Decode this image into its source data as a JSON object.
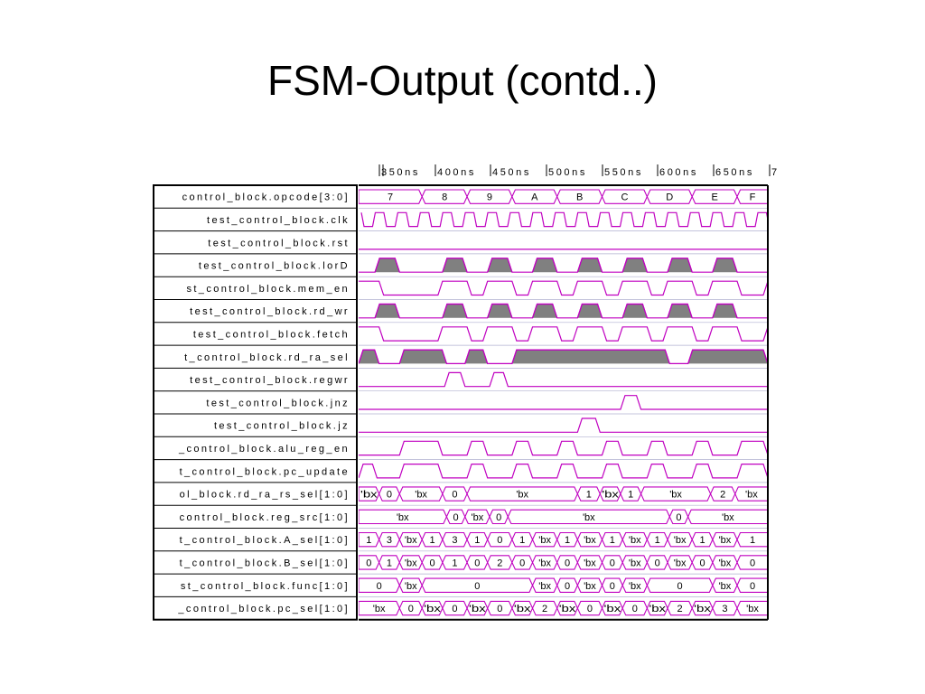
{
  "slide": {
    "title": "FSM-Output (contd..)"
  },
  "colors": {
    "wave": "#c000c0",
    "fill": "#808080",
    "frame": "#000000",
    "baseline": "#b0b0d0"
  },
  "time_axis": {
    "labels": [
      "350ns",
      "400ns",
      "450ns",
      "500ns",
      "550ns",
      "600ns",
      "650ns",
      "7"
    ]
  },
  "signals": [
    {
      "label": "control_block.opcode[3:0]",
      "type": "bus",
      "segments": [
        {
          "t0": 0.0,
          "t1": 0.155,
          "text": "7"
        },
        {
          "t0": 0.155,
          "t1": 0.265,
          "text": "8"
        },
        {
          "t0": 0.265,
          "t1": 0.375,
          "text": "9"
        },
        {
          "t0": 0.375,
          "t1": 0.485,
          "text": "A"
        },
        {
          "t0": 0.485,
          "t1": 0.595,
          "text": "B"
        },
        {
          "t0": 0.595,
          "t1": 0.705,
          "text": "C"
        },
        {
          "t0": 0.705,
          "t1": 0.815,
          "text": "D"
        },
        {
          "t0": 0.815,
          "t1": 0.925,
          "text": "E"
        },
        {
          "t0": 0.925,
          "t1": 1.0,
          "text": "F"
        }
      ]
    },
    {
      "label": "test_control_block.clk",
      "type": "clock",
      "period": 0.055
    },
    {
      "label": "test_control_block.rst",
      "type": "flat",
      "level": 0
    },
    {
      "label": "test_control_block.lorD",
      "type": "pulses",
      "fill": true,
      "pulses": [
        [
          0.04,
          0.1
        ],
        [
          0.205,
          0.265
        ],
        [
          0.315,
          0.375
        ],
        [
          0.425,
          0.485
        ],
        [
          0.535,
          0.595
        ],
        [
          0.645,
          0.705
        ],
        [
          0.755,
          0.815
        ],
        [
          0.865,
          0.925
        ]
      ]
    },
    {
      "label": "st_control_block.mem_en",
      "type": "pulses",
      "fill": false,
      "invert": true,
      "pulses": [
        [
          0.05,
          0.205
        ],
        [
          0.265,
          0.315
        ],
        [
          0.375,
          0.425
        ],
        [
          0.485,
          0.535
        ],
        [
          0.595,
          0.645
        ],
        [
          0.705,
          0.755
        ],
        [
          0.815,
          0.865
        ],
        [
          0.925,
          1.0
        ]
      ]
    },
    {
      "label": "test_control_block.rd_wr",
      "type": "pulses",
      "fill": true,
      "pulses": [
        [
          0.04,
          0.1
        ],
        [
          0.205,
          0.265
        ],
        [
          0.315,
          0.375
        ],
        [
          0.425,
          0.485
        ],
        [
          0.535,
          0.595
        ],
        [
          0.645,
          0.705
        ],
        [
          0.755,
          0.815
        ],
        [
          0.865,
          0.925
        ]
      ]
    },
    {
      "label": "test_control_block.fetch",
      "type": "pulses",
      "fill": false,
      "invert": true,
      "pulses": [
        [
          0.05,
          0.205
        ],
        [
          0.265,
          0.315
        ],
        [
          0.375,
          0.425
        ],
        [
          0.485,
          0.535
        ],
        [
          0.595,
          0.645
        ],
        [
          0.705,
          0.755
        ],
        [
          0.815,
          0.865
        ],
        [
          0.925,
          1.0
        ]
      ]
    },
    {
      "label": "t_control_block.rd_ra_sel",
      "type": "pulses",
      "fill": true,
      "pulses": [
        [
          0.0,
          0.05
        ],
        [
          0.1,
          0.215
        ],
        [
          0.26,
          0.315
        ],
        [
          0.375,
          0.76
        ],
        [
          0.805,
          1.0
        ]
      ]
    },
    {
      "label": "test_control_block.regwr",
      "type": "pulses",
      "fill": false,
      "pulses": [
        [
          0.21,
          0.26
        ],
        [
          0.32,
          0.365
        ]
      ]
    },
    {
      "label": "test_control_block.jnz",
      "type": "pulses",
      "fill": false,
      "pulses": [
        [
          0.64,
          0.69
        ]
      ]
    },
    {
      "label": "test_control_block.jz",
      "type": "pulses",
      "fill": false,
      "pulses": [
        [
          0.535,
          0.59
        ]
      ]
    },
    {
      "label": "_control_block.alu_reg_en",
      "type": "pulses",
      "fill": false,
      "pulses": [
        [
          0.1,
          0.205
        ],
        [
          0.265,
          0.315
        ],
        [
          0.375,
          0.425
        ],
        [
          0.485,
          0.535
        ],
        [
          0.595,
          0.645
        ],
        [
          0.705,
          0.755
        ],
        [
          0.815,
          0.865
        ],
        [
          0.925,
          1.0
        ]
      ]
    },
    {
      "label": "t_control_block.pc_update",
      "type": "pulses",
      "fill": false,
      "pulses": [
        [
          0.0,
          0.045
        ],
        [
          0.1,
          0.205
        ],
        [
          0.265,
          0.315
        ],
        [
          0.375,
          0.425
        ],
        [
          0.485,
          0.535
        ],
        [
          0.595,
          0.645
        ],
        [
          0.705,
          0.755
        ],
        [
          0.815,
          0.865
        ],
        [
          0.925,
          1.0
        ]
      ]
    },
    {
      "label": "ol_block.rd_ra_rs_sel[1:0]",
      "type": "bus",
      "segments": [
        {
          "t0": 0.0,
          "t1": 0.05,
          "text": "'bx"
        },
        {
          "t0": 0.05,
          "t1": 0.1,
          "text": "0"
        },
        {
          "t0": 0.1,
          "t1": 0.205,
          "text": "'bx"
        },
        {
          "t0": 0.205,
          "t1": 0.265,
          "text": "0"
        },
        {
          "t0": 0.265,
          "t1": 0.535,
          "text": "'bx"
        },
        {
          "t0": 0.535,
          "t1": 0.59,
          "text": "1"
        },
        {
          "t0": 0.59,
          "t1": 0.64,
          "text": "'bx"
        },
        {
          "t0": 0.64,
          "t1": 0.69,
          "text": "1"
        },
        {
          "t0": 0.69,
          "t1": 0.86,
          "text": "'bx"
        },
        {
          "t0": 0.86,
          "t1": 0.92,
          "text": "2"
        },
        {
          "t0": 0.92,
          "t1": 1.0,
          "text": "'bx"
        }
      ]
    },
    {
      "label": "control_block.reg_src[1:0]",
      "type": "bus",
      "segments": [
        {
          "t0": 0.0,
          "t1": 0.215,
          "text": "'bx"
        },
        {
          "t0": 0.215,
          "t1": 0.26,
          "text": "0"
        },
        {
          "t0": 0.26,
          "t1": 0.32,
          "text": "'bx"
        },
        {
          "t0": 0.32,
          "t1": 0.365,
          "text": "0"
        },
        {
          "t0": 0.365,
          "t1": 0.76,
          "text": "'bx"
        },
        {
          "t0": 0.76,
          "t1": 0.805,
          "text": "0"
        },
        {
          "t0": 0.805,
          "t1": 1.0,
          "text": "'bx"
        }
      ]
    },
    {
      "label": "t_control_block.A_sel[1:0]",
      "type": "bus",
      "segments": [
        {
          "t0": 0.0,
          "t1": 0.05,
          "text": "1"
        },
        {
          "t0": 0.05,
          "t1": 0.1,
          "text": "3"
        },
        {
          "t0": 0.1,
          "t1": 0.155,
          "text": "'bx"
        },
        {
          "t0": 0.155,
          "t1": 0.205,
          "text": "1"
        },
        {
          "t0": 0.205,
          "t1": 0.265,
          "text": "3"
        },
        {
          "t0": 0.265,
          "t1": 0.315,
          "text": "1"
        },
        {
          "t0": 0.315,
          "t1": 0.375,
          "text": "0"
        },
        {
          "t0": 0.375,
          "t1": 0.425,
          "text": "1"
        },
        {
          "t0": 0.425,
          "t1": 0.485,
          "text": "'bx"
        },
        {
          "t0": 0.485,
          "t1": 0.535,
          "text": "1"
        },
        {
          "t0": 0.535,
          "t1": 0.595,
          "text": "'bx"
        },
        {
          "t0": 0.595,
          "t1": 0.645,
          "text": "1"
        },
        {
          "t0": 0.645,
          "t1": 0.705,
          "text": "'bx"
        },
        {
          "t0": 0.705,
          "t1": 0.755,
          "text": "1"
        },
        {
          "t0": 0.755,
          "t1": 0.815,
          "text": "'bx"
        },
        {
          "t0": 0.815,
          "t1": 0.865,
          "text": "1"
        },
        {
          "t0": 0.865,
          "t1": 0.925,
          "text": "'bx"
        },
        {
          "t0": 0.925,
          "t1": 1.0,
          "text": "1"
        }
      ]
    },
    {
      "label": "t_control_block.B_sel[1:0]",
      "type": "bus",
      "segments": [
        {
          "t0": 0.0,
          "t1": 0.05,
          "text": "0"
        },
        {
          "t0": 0.05,
          "t1": 0.1,
          "text": "1"
        },
        {
          "t0": 0.1,
          "t1": 0.155,
          "text": "'bx"
        },
        {
          "t0": 0.155,
          "t1": 0.205,
          "text": "0"
        },
        {
          "t0": 0.205,
          "t1": 0.265,
          "text": "1"
        },
        {
          "t0": 0.265,
          "t1": 0.315,
          "text": "0"
        },
        {
          "t0": 0.315,
          "t1": 0.375,
          "text": "2"
        },
        {
          "t0": 0.375,
          "t1": 0.425,
          "text": "0"
        },
        {
          "t0": 0.425,
          "t1": 0.485,
          "text": "'bx"
        },
        {
          "t0": 0.485,
          "t1": 0.535,
          "text": "0"
        },
        {
          "t0": 0.535,
          "t1": 0.595,
          "text": "'bx"
        },
        {
          "t0": 0.595,
          "t1": 0.645,
          "text": "0"
        },
        {
          "t0": 0.645,
          "t1": 0.705,
          "text": "'bx"
        },
        {
          "t0": 0.705,
          "t1": 0.755,
          "text": "0"
        },
        {
          "t0": 0.755,
          "t1": 0.815,
          "text": "'bx"
        },
        {
          "t0": 0.815,
          "t1": 0.865,
          "text": "0"
        },
        {
          "t0": 0.865,
          "t1": 0.925,
          "text": "'bx"
        },
        {
          "t0": 0.925,
          "t1": 1.0,
          "text": "0"
        }
      ]
    },
    {
      "label": "st_control_block.func[1:0]",
      "type": "bus",
      "segments": [
        {
          "t0": 0.0,
          "t1": 0.1,
          "text": "0"
        },
        {
          "t0": 0.1,
          "t1": 0.155,
          "text": "'bx"
        },
        {
          "t0": 0.155,
          "t1": 0.425,
          "text": "0"
        },
        {
          "t0": 0.425,
          "t1": 0.485,
          "text": "'bx"
        },
        {
          "t0": 0.485,
          "t1": 0.535,
          "text": "0"
        },
        {
          "t0": 0.535,
          "t1": 0.595,
          "text": "'bx"
        },
        {
          "t0": 0.595,
          "t1": 0.645,
          "text": "0"
        },
        {
          "t0": 0.645,
          "t1": 0.705,
          "text": "'bx"
        },
        {
          "t0": 0.705,
          "t1": 0.865,
          "text": "0"
        },
        {
          "t0": 0.865,
          "t1": 0.925,
          "text": "'bx"
        },
        {
          "t0": 0.925,
          "t1": 1.0,
          "text": "0"
        }
      ]
    },
    {
      "label": "_control_block.pc_sel[1:0]",
      "type": "bus",
      "segments": [
        {
          "t0": 0.0,
          "t1": 0.1,
          "text": "'bx"
        },
        {
          "t0": 0.1,
          "t1": 0.155,
          "text": "0"
        },
        {
          "t0": 0.155,
          "t1": 0.205,
          "text": "'bx"
        },
        {
          "t0": 0.205,
          "t1": 0.265,
          "text": "0"
        },
        {
          "t0": 0.265,
          "t1": 0.315,
          "text": "'bx"
        },
        {
          "t0": 0.315,
          "t1": 0.375,
          "text": "0"
        },
        {
          "t0": 0.375,
          "t1": 0.425,
          "text": "'bx"
        },
        {
          "t0": 0.425,
          "t1": 0.485,
          "text": "2"
        },
        {
          "t0": 0.485,
          "t1": 0.535,
          "text": "'bx"
        },
        {
          "t0": 0.535,
          "t1": 0.595,
          "text": "0"
        },
        {
          "t0": 0.595,
          "t1": 0.645,
          "text": "'bx"
        },
        {
          "t0": 0.645,
          "t1": 0.705,
          "text": "0"
        },
        {
          "t0": 0.705,
          "t1": 0.755,
          "text": "'bx"
        },
        {
          "t0": 0.755,
          "t1": 0.815,
          "text": "2"
        },
        {
          "t0": 0.815,
          "t1": 0.865,
          "text": "'bx"
        },
        {
          "t0": 0.865,
          "t1": 0.925,
          "text": "3"
        },
        {
          "t0": 0.925,
          "t1": 1.0,
          "text": "'bx"
        }
      ]
    }
  ]
}
